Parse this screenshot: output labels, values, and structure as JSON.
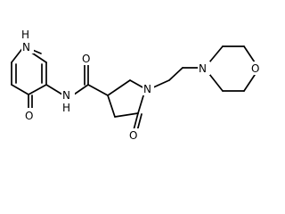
{
  "molecule": {
    "labels": {
      "n_ring_h": "N",
      "h_ring": "H",
      "o_pyridone": "O",
      "n_amide": "N",
      "h_amide": "H",
      "o_amide": "O",
      "n_pyrrolidine": "N",
      "o_lactam": "O",
      "n_morpholine": "N",
      "o_morpholine": "O"
    }
  }
}
